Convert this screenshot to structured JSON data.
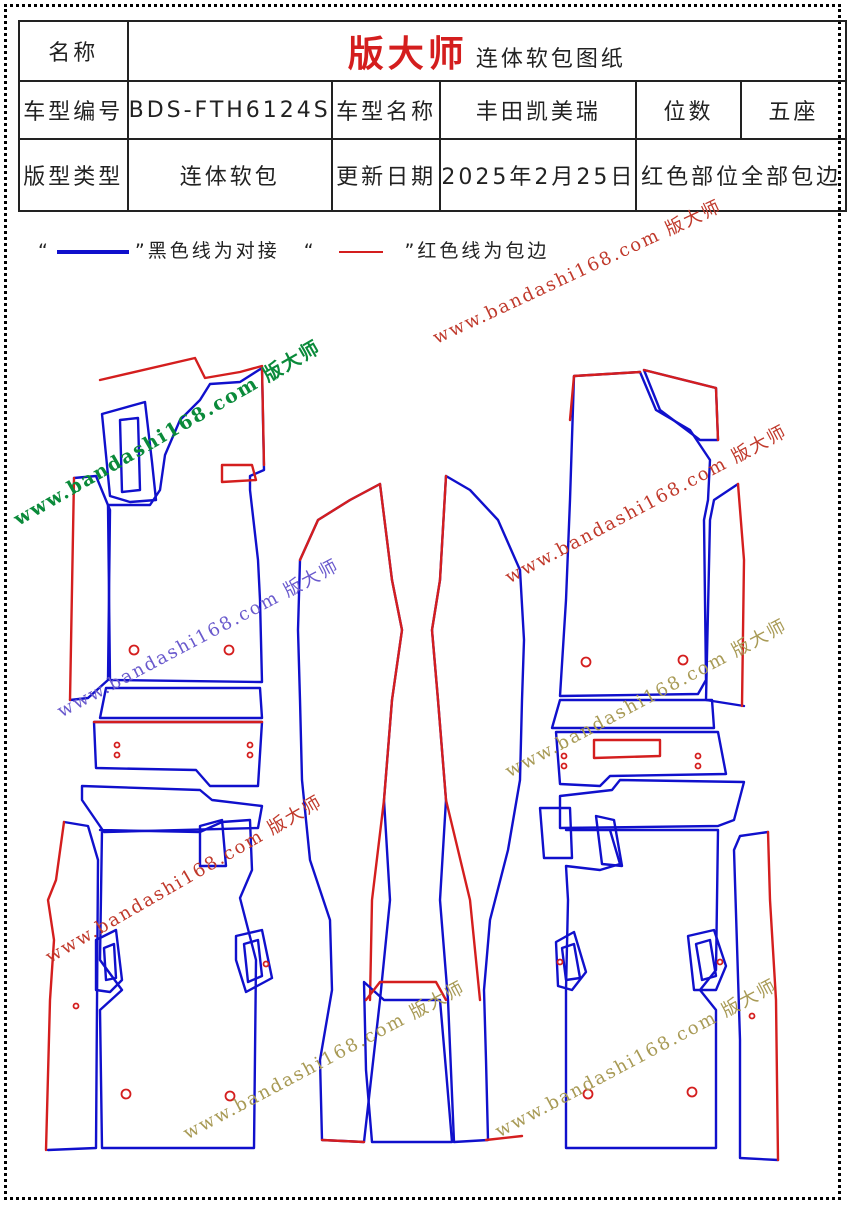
{
  "header": {
    "name_label": "名称",
    "brand": "版大师",
    "doc_title": "连体软包图纸",
    "model_code_label": "车型编号",
    "model_code": "BDS-FTH6124S",
    "model_name_label": "车型名称",
    "model_name": "丰田凯美瑞",
    "seats_label": "位数",
    "seats": "五座",
    "type_label": "版型类型",
    "type_value": "连体软包",
    "update_label": "更新日期",
    "update_date": "2025年2月25日",
    "note": "红色部位全部包边"
  },
  "legend": {
    "blue_open": "“",
    "blue_close": "”",
    "blue_text": "黑色线为对接",
    "red_open": "“",
    "red_close": "”",
    "red_text": "红色线为包边"
  },
  "watermarks": {
    "url_bold": "www.bandashi168.com",
    "url": "www.bandashi168.com",
    "brand_mark": "版大师"
  },
  "colors": {
    "butt_joint_line": "#1010cc",
    "edge_binding_line": "#d41e1e",
    "wm_green": "#0a8a3a",
    "wm_violet": "#6a5acd",
    "wm_red": "#c0392b",
    "wm_olive": "#a89a55"
  }
}
